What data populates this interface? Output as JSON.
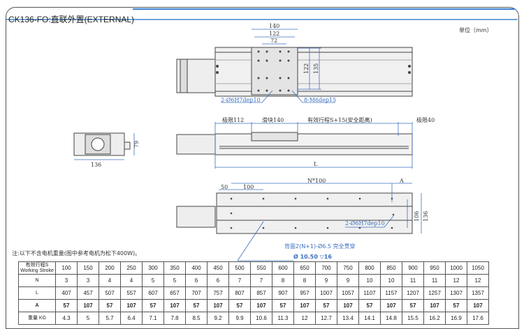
{
  "title": "CK136-FO:直联外置(EXTERNAL)",
  "unit": "单位（mm）",
  "note": "注:以下不含电机重量(图中参考电机为松下400W)。",
  "top_view": {
    "dim_140": "140",
    "dim_122": "122",
    "dim_72": "72",
    "dim_122v": "122",
    "dim_135v": "135",
    "pin_hole": "2-Ø6H7dep10",
    "thread": "8-M6dep15"
  },
  "side_view": {
    "limit_left": "极限112",
    "slider": "滑块140",
    "stroke": "有效行程S+15(安全距离)",
    "limit_right": "极限40",
    "length": "L"
  },
  "end_view": {
    "width": "136",
    "height": "79"
  },
  "bottom_view": {
    "dim_50": "50",
    "dim_100": "100",
    "dim_n100": "N*100",
    "dim_a": "A",
    "dim_106": "106",
    "dim_136": "136",
    "pin_hole": "2-Ø6H7dep10",
    "back_holes": "背面2(N+1)-Ø6.5 完全贯穿",
    "counterbore": "Ø 10.50 ▽16"
  },
  "table": {
    "row_headers": [
      "有效行程S Working Stroke",
      "N",
      "L",
      "A",
      "重量 KG"
    ],
    "stroke": [
      "100",
      "150",
      "200",
      "250",
      "300",
      "350",
      "400",
      "450",
      "500",
      "550",
      "600",
      "650",
      "700",
      "750",
      "800",
      "850",
      "900",
      "950",
      "1000",
      "1050"
    ],
    "n": [
      "3",
      "3",
      "4",
      "4",
      "5",
      "5",
      "6",
      "6",
      "7",
      "7",
      "8",
      "8",
      "9",
      "9",
      "10",
      "10",
      "11",
      "11",
      "12",
      "12"
    ],
    "l": [
      "407",
      "457",
      "507",
      "557",
      "607",
      "657",
      "707",
      "757",
      "807",
      "857",
      "907",
      "957",
      "1007",
      "1057",
      "1107",
      "1157",
      "1207",
      "1257",
      "1307",
      "1357"
    ],
    "a": [
      "57",
      "107",
      "57",
      "107",
      "57",
      "107",
      "57",
      "107",
      "57",
      "107",
      "57",
      "107",
      "57",
      "107",
      "57",
      "107",
      "57",
      "107",
      "57",
      "107"
    ],
    "weight": [
      "4.3",
      "5",
      "5.7",
      "6.4",
      "7.1",
      "7.8",
      "8.5",
      "9.2",
      "9.9",
      "10.6",
      "11.3",
      "12",
      "12.7",
      "13.4",
      "14.1",
      "14.8",
      "15.5",
      "16.2",
      "16.9",
      "17.6"
    ]
  }
}
